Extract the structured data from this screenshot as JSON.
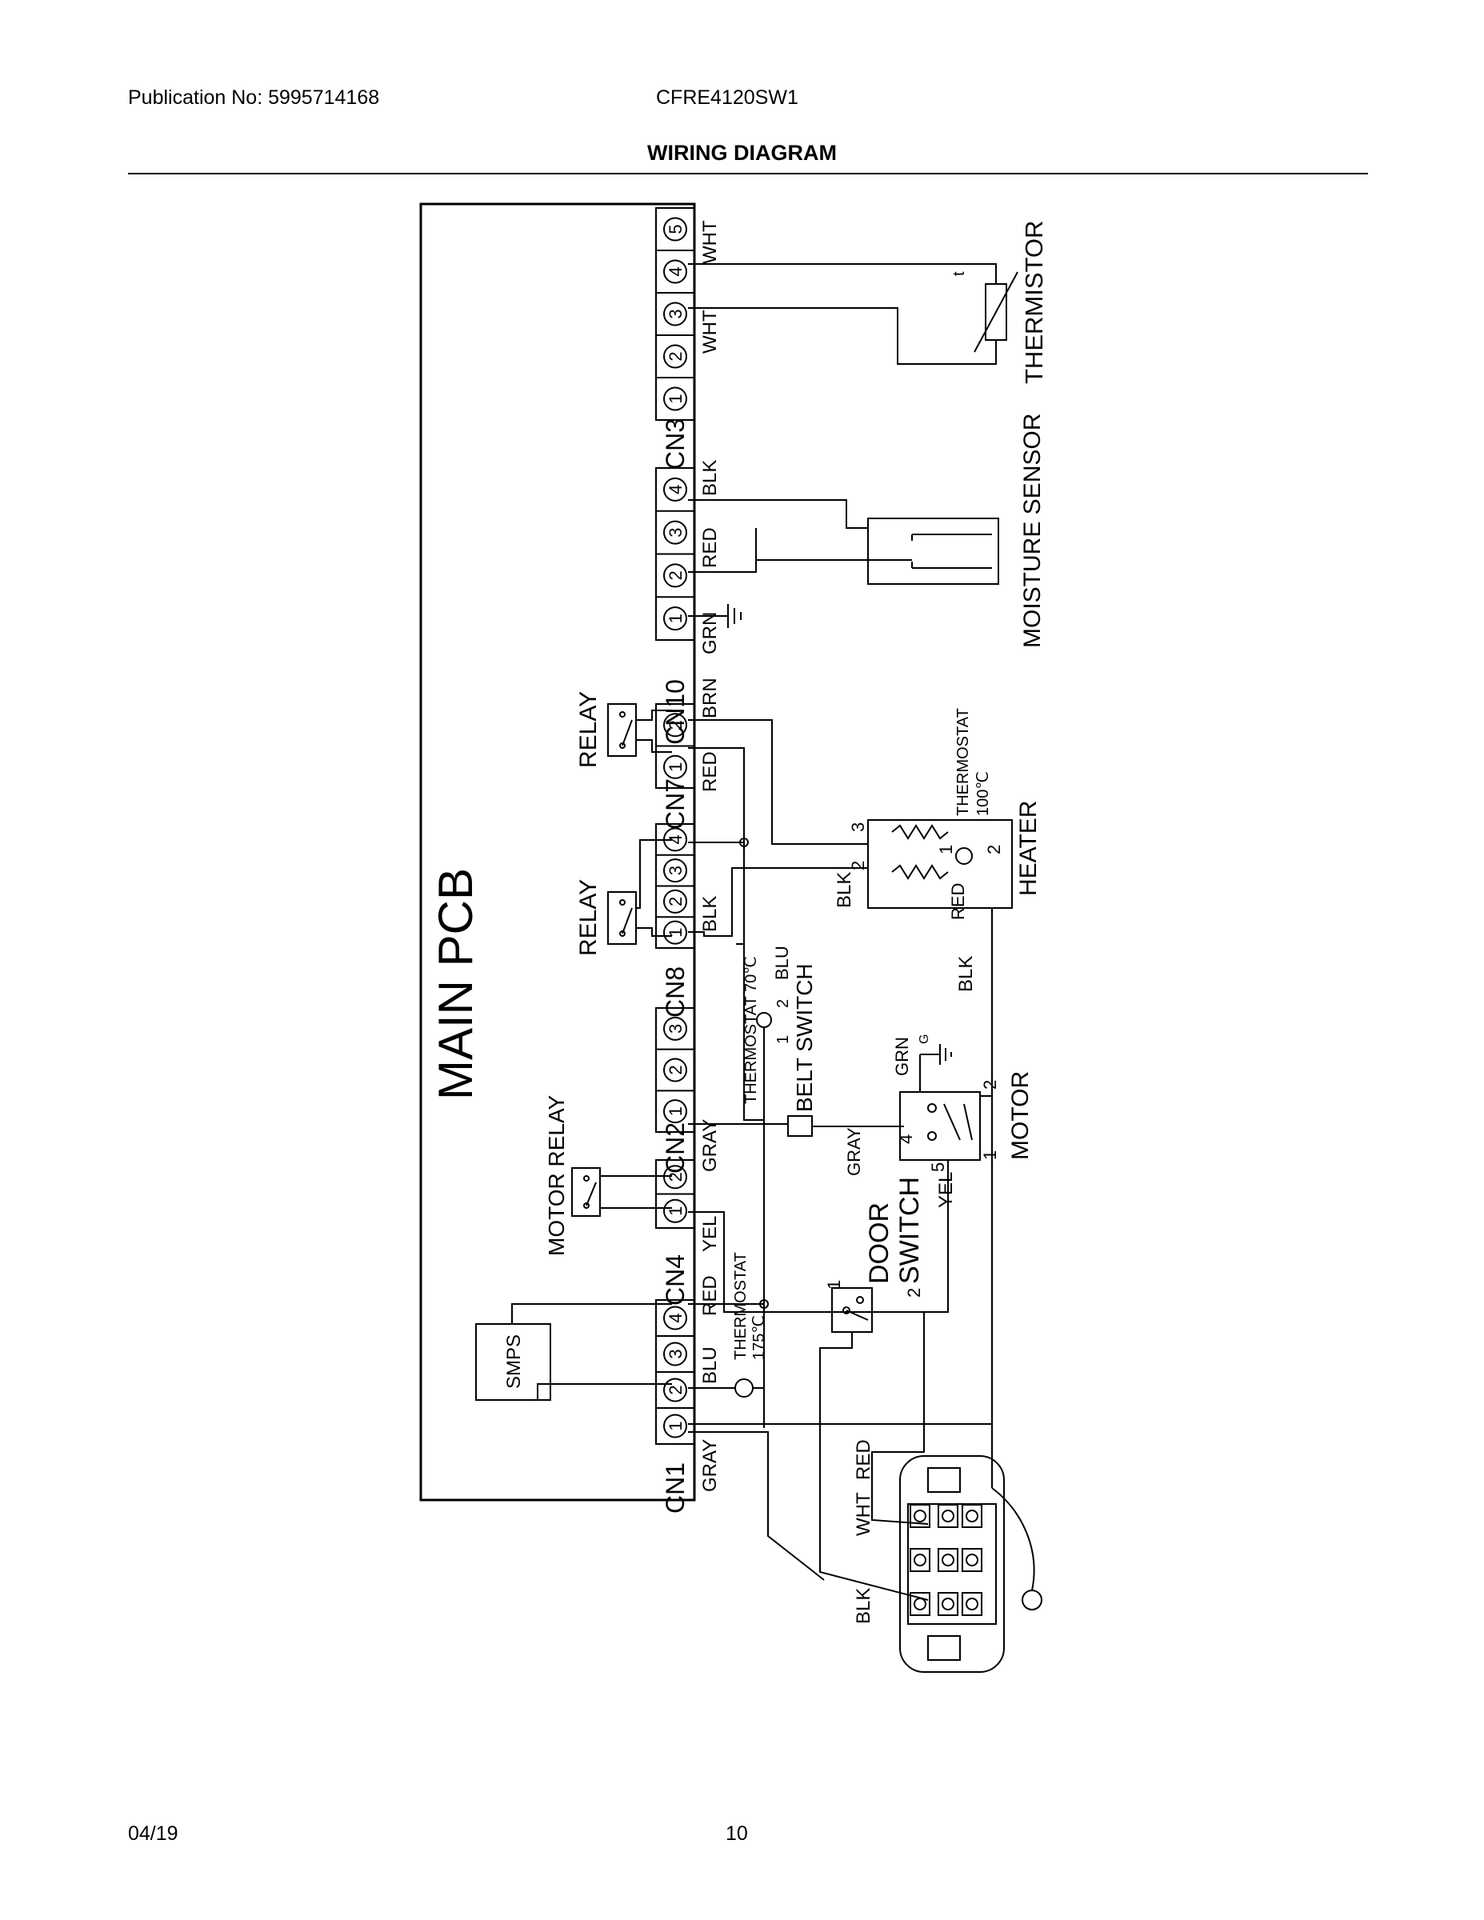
{
  "header": {
    "publication": "Publication No: 5995714168",
    "model": "CFRE4120SW1",
    "title": "WIRING DIAGRAM"
  },
  "footer": {
    "date": "04/19",
    "page": "10"
  },
  "diagram": {
    "pcb_label": "MAIN PCB",
    "pins": {
      "CN3": [
        "1",
        "2",
        "3",
        "4",
        "5"
      ],
      "CN10": [
        "1",
        "2",
        "3",
        "4"
      ],
      "CN7": [
        "1",
        "2"
      ],
      "CN8": [
        "1",
        "2",
        "3",
        "4"
      ],
      "CN2": [
        "1",
        "2",
        "3"
      ],
      "CN4": [
        "1",
        "2"
      ],
      "CN1": [
        "1",
        "2",
        "3",
        "4"
      ]
    },
    "connectors": [
      "CN3",
      "CN10",
      "CN7",
      "CN8",
      "CN2",
      "CN4",
      "CN1"
    ],
    "wires": {
      "cn3_top": "WHT",
      "cn3_bot": "WHT",
      "cn10_blk": "BLK",
      "cn10_red": "RED",
      "cn10_grn": "GRN",
      "cn7_brn": "BRN",
      "cn7_red": "RED",
      "cn8_blk": "BLK",
      "cn2_gray": "GRAY",
      "cn4_yel": "YEL",
      "cn4_red": "RED",
      "cn1_blu": "BLU",
      "cn1_gray": "GRAY",
      "heater_blk": "BLK",
      "heater_red": "RED",
      "mid_blk": "BLK",
      "belt_blu": "BLU",
      "motor_grn": "GRN",
      "motor_g": "G",
      "motor_gray": "GRAY",
      "door_yel": "YEL",
      "tb_red": "RED",
      "tb_wht": "WHT",
      "tb_blk": "BLK"
    },
    "components": {
      "thermistor": "THERMISTOR",
      "thermistor_t": "t",
      "moisture_sensor": "MOISTURE SENSOR",
      "relay_1": "RELAY",
      "relay_2": "RELAY",
      "motor_relay": "MOTOR RELAY",
      "smps": "SMPS",
      "heater": "HEATER",
      "thermostat_100_1": "THERMOSTAT",
      "thermostat_100_2": "100℃",
      "thermostat_70": "THERMOSTAT 70℃",
      "thermostat_175_1": "THERMOSTAT",
      "thermostat_175_2": "175℃",
      "belt_switch": "BELT SWITCH",
      "motor": "MOTOR",
      "door_switch_1": "DOOR",
      "door_switch_2": "SWITCH"
    },
    "terminal_numbers": {
      "heater_3": "3",
      "heater_2": "2",
      "heater_1": "1",
      "heater_2b": "2",
      "belt_1": "1",
      "belt_2": "2",
      "motor_4": "4",
      "motor_5": "5",
      "motor_1": "1",
      "motor_2": "2",
      "door_1": "1",
      "door_2": "2"
    }
  }
}
